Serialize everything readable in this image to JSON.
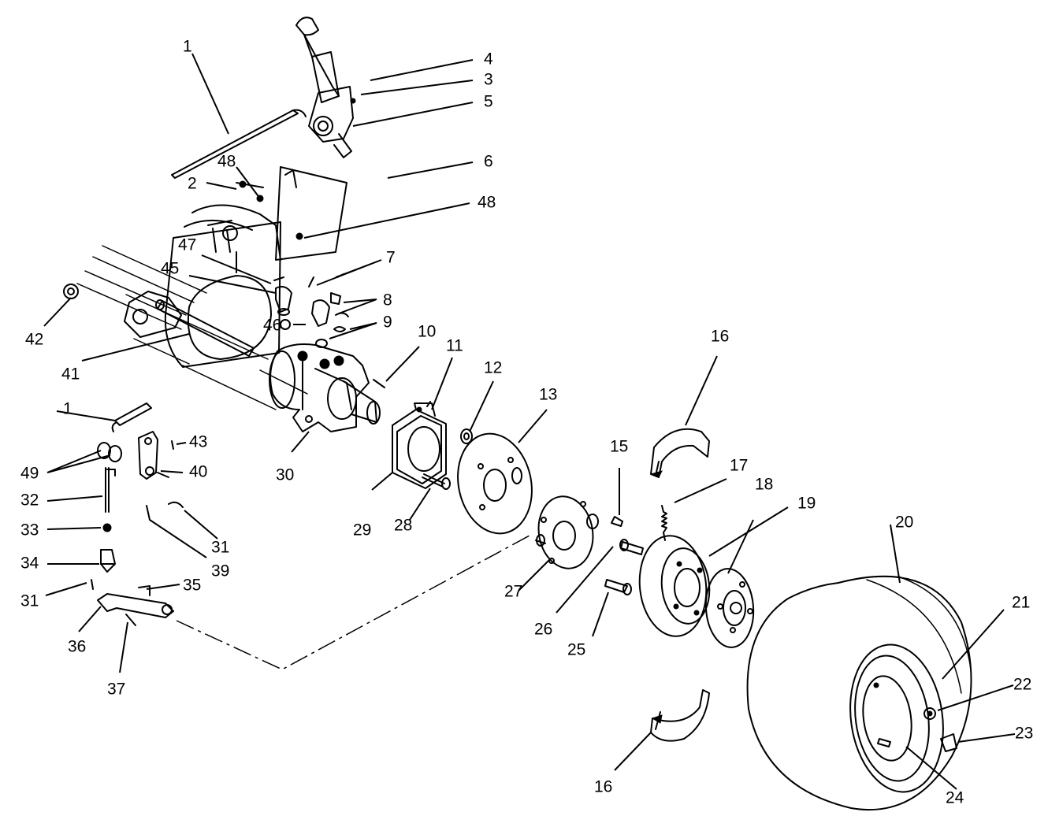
{
  "callouts": [
    {
      "id": "c1a",
      "label": "1"
    },
    {
      "id": "c2",
      "label": "2"
    },
    {
      "id": "c3",
      "label": "3"
    },
    {
      "id": "c4",
      "label": "4"
    },
    {
      "id": "c5",
      "label": "5"
    },
    {
      "id": "c6",
      "label": "6"
    },
    {
      "id": "c7",
      "label": "7"
    },
    {
      "id": "c8",
      "label": "8"
    },
    {
      "id": "c9",
      "label": "9"
    },
    {
      "id": "c10",
      "label": "10"
    },
    {
      "id": "c11",
      "label": "11"
    },
    {
      "id": "c12",
      "label": "12"
    },
    {
      "id": "c13",
      "label": "13"
    },
    {
      "id": "c15",
      "label": "15"
    },
    {
      "id": "c16a",
      "label": "16"
    },
    {
      "id": "c16b",
      "label": "16"
    },
    {
      "id": "c17",
      "label": "17"
    },
    {
      "id": "c18",
      "label": "18"
    },
    {
      "id": "c19",
      "label": "19"
    },
    {
      "id": "c20",
      "label": "20"
    },
    {
      "id": "c21",
      "label": "21"
    },
    {
      "id": "c22",
      "label": "22"
    },
    {
      "id": "c23",
      "label": "23"
    },
    {
      "id": "c24",
      "label": "24"
    },
    {
      "id": "c25",
      "label": "25"
    },
    {
      "id": "c26",
      "label": "26"
    },
    {
      "id": "c27",
      "label": "27"
    },
    {
      "id": "c28",
      "label": "28"
    },
    {
      "id": "c29",
      "label": "29"
    },
    {
      "id": "c30",
      "label": "30"
    },
    {
      "id": "c31a",
      "label": "31"
    },
    {
      "id": "c31b",
      "label": "31"
    },
    {
      "id": "c32",
      "label": "32"
    },
    {
      "id": "c33",
      "label": "33"
    },
    {
      "id": "c34",
      "label": "34"
    },
    {
      "id": "c35",
      "label": "35"
    },
    {
      "id": "c36",
      "label": "36"
    },
    {
      "id": "c37",
      "label": "37"
    },
    {
      "id": "c39",
      "label": "39"
    },
    {
      "id": "c40",
      "label": "40"
    },
    {
      "id": "c41",
      "label": "41"
    },
    {
      "id": "c42",
      "label": "42"
    },
    {
      "id": "c43",
      "label": "43"
    },
    {
      "id": "c45",
      "label": "45"
    },
    {
      "id": "c46",
      "label": "46"
    },
    {
      "id": "c47",
      "label": "47"
    },
    {
      "id": "c48a",
      "label": "48"
    },
    {
      "id": "c48b",
      "label": "48"
    },
    {
      "id": "c49",
      "label": "49"
    },
    {
      "id": "c1b",
      "label": "1"
    }
  ]
}
